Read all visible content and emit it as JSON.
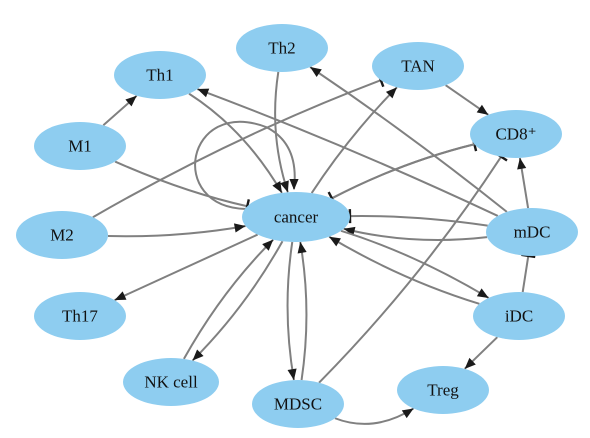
{
  "nodes": [
    {
      "id": "Th1",
      "label": "Th1"
    },
    {
      "id": "Th2",
      "label": "Th2"
    },
    {
      "id": "TAN",
      "label": "TAN"
    },
    {
      "id": "CD8",
      "label": "CD8⁺"
    },
    {
      "id": "M1",
      "label": "M1"
    },
    {
      "id": "cancer",
      "label": "cancer"
    },
    {
      "id": "M2",
      "label": "M2"
    },
    {
      "id": "mDC",
      "label": "mDC"
    },
    {
      "id": "Th17",
      "label": "Th17"
    },
    {
      "id": "iDC",
      "label": "iDC"
    },
    {
      "id": "NK",
      "label": "NK cell"
    },
    {
      "id": "MDSC",
      "label": "MDSC"
    },
    {
      "id": "Treg",
      "label": "Treg"
    }
  ],
  "edges": [
    {
      "from": "M1",
      "to": "Th1",
      "type": "activation"
    },
    {
      "from": "M1",
      "to": "cancer",
      "type": "inhibition"
    },
    {
      "from": "Th1",
      "to": "cancer",
      "type": "activation"
    },
    {
      "from": "Th2",
      "to": "cancer",
      "type": "activation"
    },
    {
      "from": "cancer",
      "to": "cancer",
      "type": "activation"
    },
    {
      "from": "cancer",
      "to": "TAN",
      "type": "activation"
    },
    {
      "from": "TAN",
      "to": "CD8",
      "type": "activation"
    },
    {
      "from": "M2",
      "to": "TAN",
      "type": "inhibition"
    },
    {
      "from": "M2",
      "to": "cancer",
      "type": "activation"
    },
    {
      "from": "cancer",
      "to": "CD8",
      "type": "inhibition"
    },
    {
      "from": "CD8",
      "to": "cancer",
      "type": "inhibition"
    },
    {
      "from": "mDC",
      "to": "Th1",
      "type": "activation"
    },
    {
      "from": "mDC",
      "to": "Th2",
      "type": "activation"
    },
    {
      "from": "mDC",
      "to": "CD8",
      "type": "activation"
    },
    {
      "from": "mDC",
      "to": "cancer",
      "type": "inhibition"
    },
    {
      "from": "mDC",
      "to": "cancer",
      "type": "activation"
    },
    {
      "from": "cancer",
      "to": "Th17",
      "type": "activation"
    },
    {
      "from": "cancer",
      "to": "iDC",
      "type": "activation"
    },
    {
      "from": "iDC",
      "to": "cancer",
      "type": "activation"
    },
    {
      "from": "iDC",
      "to": "mDC",
      "type": "inhibition"
    },
    {
      "from": "iDC",
      "to": "Treg",
      "type": "activation"
    },
    {
      "from": "cancer",
      "to": "NK",
      "type": "activation"
    },
    {
      "from": "NK",
      "to": "cancer",
      "type": "activation"
    },
    {
      "from": "cancer",
      "to": "MDSC",
      "type": "activation"
    },
    {
      "from": "MDSC",
      "to": "cancer",
      "type": "activation"
    },
    {
      "from": "MDSC",
      "to": "CD8",
      "type": "inhibition"
    },
    {
      "from": "MDSC",
      "to": "Treg",
      "type": "activation"
    }
  ]
}
